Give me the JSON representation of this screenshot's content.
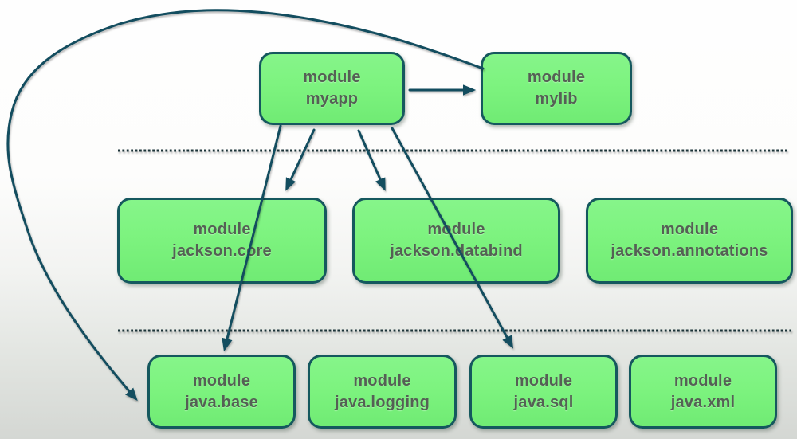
{
  "diagram": {
    "type": "module-dependency-graph",
    "topic": "Java modules (JPMS) dependency diagram",
    "nodes": [
      {
        "id": "myapp",
        "line1": "module",
        "line2": "myapp"
      },
      {
        "id": "mylib",
        "line1": "module",
        "line2": "mylib"
      },
      {
        "id": "jackson-core",
        "line1": "module",
        "line2": "jackson.core"
      },
      {
        "id": "jackson-databind",
        "line1": "module",
        "line2": "jackson.databind"
      },
      {
        "id": "jackson-annotations",
        "line1": "module",
        "line2": "jackson.annotations"
      },
      {
        "id": "java-base",
        "line1": "module",
        "line2": "java.base"
      },
      {
        "id": "java-logging",
        "line1": "module",
        "line2": "java.logging"
      },
      {
        "id": "java-sql",
        "line1": "module",
        "line2": "java.sql"
      },
      {
        "id": "java-xml",
        "line1": "module",
        "line2": "java.xml"
      }
    ],
    "edges": [
      {
        "from": "myapp",
        "to": "mylib"
      },
      {
        "from": "myapp",
        "to": "jackson.core"
      },
      {
        "from": "myapp",
        "to": "jackson.databind"
      },
      {
        "from": "myapp",
        "to": "java.base"
      },
      {
        "from": "myapp",
        "to": "java.sql"
      },
      {
        "from": "mylib",
        "to": "java.base"
      }
    ],
    "separators": 2,
    "colors": {
      "node_fill": "#7df37f",
      "node_border": "#15585e",
      "edge": "#134d5f",
      "separator_dots": "#1b3338",
      "label_text": "#556055",
      "background_top": "#fefefe",
      "background_bottom": "#d4d7d3"
    }
  }
}
